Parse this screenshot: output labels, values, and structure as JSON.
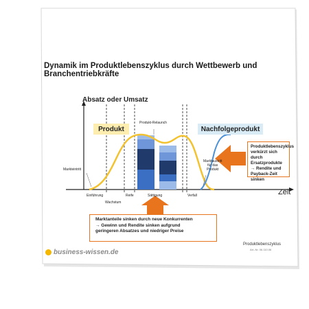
{
  "title": "Dynamik im Produktlebenszyklus durch Wettbewerb und Branchentriebkräfte",
  "y_axis_label": "Absatz oder Umsatz",
  "x_axis_label": "Zeit",
  "labels": {
    "produkt": "Produkt",
    "nachfolgeprodukt": "Nachfolgeprodukt",
    "produkt_relaunch": "Produkt-Relaunch",
    "markteintritt": "Markteintritt",
    "marktaustritt": "Marktaustritt\nfür das\nProdukt"
  },
  "phases": [
    "Einführung",
    "Wachstum",
    "Reife",
    "Sättigung",
    "Verfall"
  ],
  "callout_right": "Produktlebenszyklus verkürzt sich durch Ersatzprodukte\n→ Rendite und Payback-Zeit sinken",
  "callout_bottom": "Marktanteile sinken durch neue Konkurrenten\n→ Gewinn und Rendite sinken aufgrund\ngeringeren Absatzes und niedriger Preise",
  "footer": {
    "brand": "business-wissen.de",
    "product_name": "Produktlebenszyklus",
    "article_number": "Art.-Nr. 06.110.06"
  },
  "colors": {
    "product_curve": "#f2c230",
    "successor_curve": "#4a90d9",
    "accent_orange": "#e8741e",
    "bar_dark": "#1f3a6b",
    "bar_mid": "#3a6fc4",
    "bar_light": "#9dbbe8"
  }
}
